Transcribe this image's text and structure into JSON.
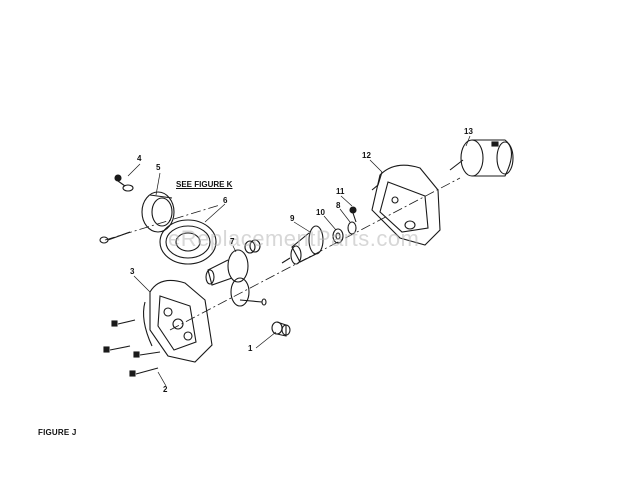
{
  "watermark": "eReplacementParts.com",
  "figure_caption": "FIGURE J",
  "reference_label": "SEE FIGURE K",
  "callouts": {
    "p1": "1",
    "p2": "2",
    "p3": "3",
    "p4": "4",
    "p5": "5",
    "p6": "6",
    "p7": "7",
    "p8": "8",
    "p9": "9",
    "p10": "10",
    "p11": "11",
    "p12": "12",
    "p13": "13"
  }
}
